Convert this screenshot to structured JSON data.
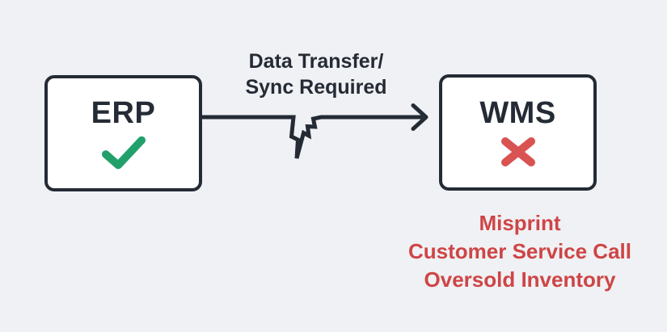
{
  "diagram": {
    "background_color": "#F0F1F4",
    "line_color": "#252B35",
    "erp_node": {
      "label": "ERP",
      "status": "ok",
      "status_icon": "check-icon",
      "status_color": "#22A06B"
    },
    "wms_node": {
      "label": "WMS",
      "status": "error",
      "status_icon": "x-icon",
      "status_color": "#D95352"
    },
    "arrow": {
      "label_line1": "Data Transfer/",
      "label_line2": "Sync Required",
      "style": "broken-line-with-crack",
      "direction": "left-to-right"
    },
    "issues": {
      "color": "#CE4546",
      "items": [
        "Misprint",
        "Customer Service Call",
        "Oversold Inventory"
      ]
    }
  }
}
